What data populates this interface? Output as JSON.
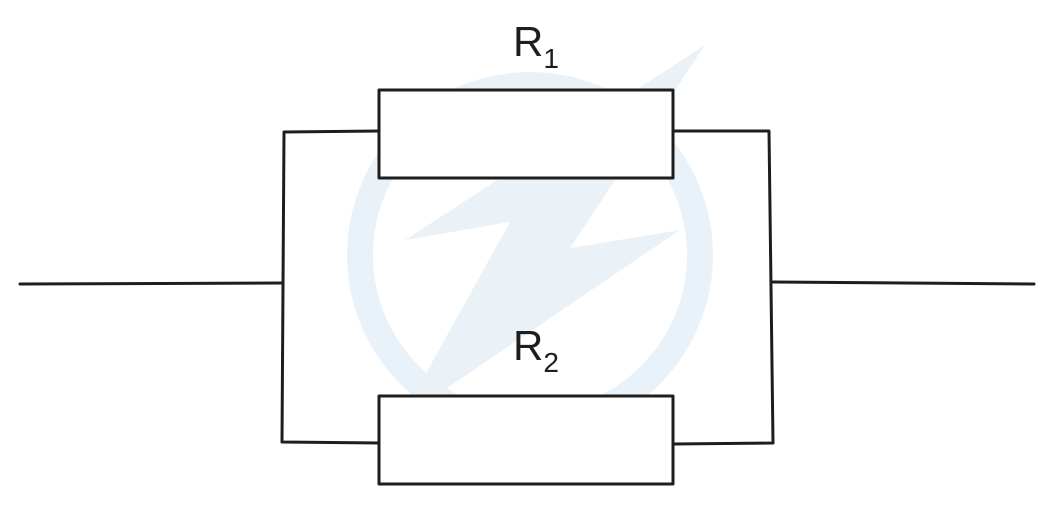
{
  "resistors": [
    {
      "symbol": "R",
      "subscript": "1"
    },
    {
      "symbol": "R",
      "subscript": "2"
    }
  ],
  "colors": {
    "line": "#1e1e1e",
    "background": "#ffffff",
    "watermark": "#eaf2f8"
  },
  "watermark": {
    "icon": "lightning-bolt-icon"
  }
}
